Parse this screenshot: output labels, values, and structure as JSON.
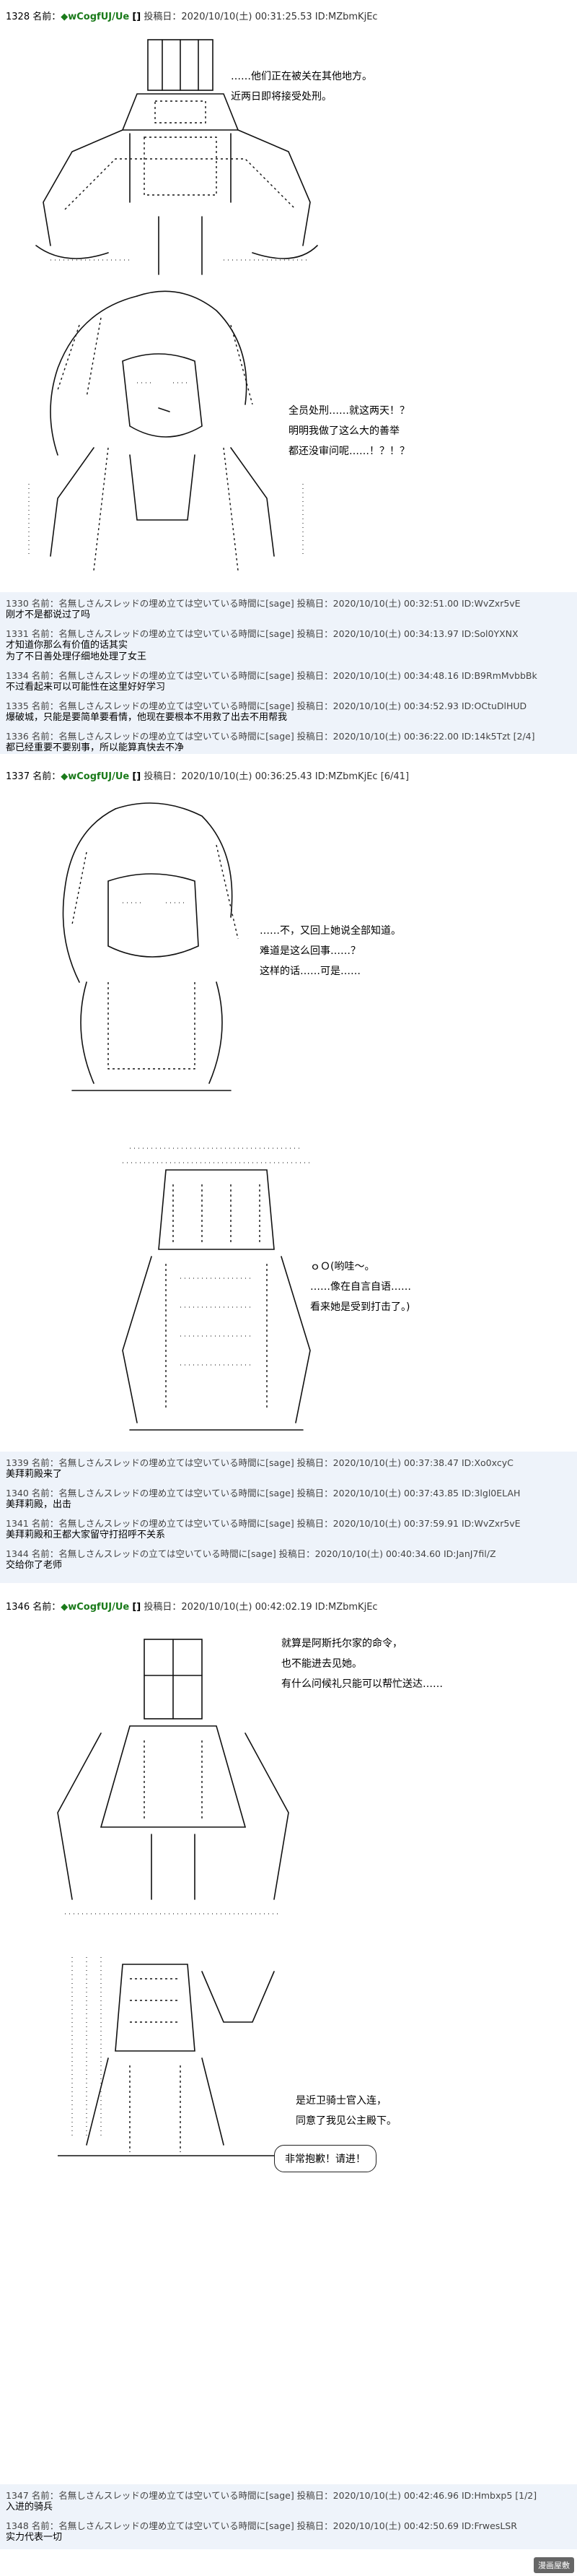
{
  "posts": [
    {
      "header": {
        "num": "1328",
        "label": "名前：",
        "name": "◆wCogfUJ/Ue",
        "trip": "[]",
        "posted": "投稿日：2020/10/10(土) 00:31:25.53",
        "id": "ID:MZbmKjEc"
      },
      "dialogue": [
        "……他们正在被关在其他地方。",
        "近两日即将接受处刑。"
      ]
    },
    {
      "dialogue": [
        "全员处刑……就这两天！？",
        "明明我做了这么大的善举",
        "都还没审问呢……！？！？"
      ]
    }
  ],
  "responses1": [
    {
      "head": "1330 名前：名無しさんスレッドの埋め立ては空いている時間に[sage] 投稿日：2020/10/10(土) 00:32:51.00 ID:WvZxr5vE",
      "body": "刚才不是都说过了吗"
    },
    {
      "head": "1331 名前：名無しさんスレッドの埋め立ては空いている時間に[sage] 投稿日：2020/10/10(土) 00:34:13.97 ID:Sol0YXNX",
      "body": "才知道你那么有价值的话其实",
      "body2": "为了不日善处理仔细地处理了女王"
    },
    {
      "head": "1334 名前：名無しさんスレッドの埋め立ては空いている時間に[sage] 投稿日：2020/10/10(土) 00:34:48.16 ID:B9RmMvbbBk",
      "body": "不过看起来可以可能性在这里好好学习"
    },
    {
      "head": "1335 名前：名無しさんスレッドの埋め立ては空いている時間に[sage] 投稿日：2020/10/10(土) 00:34:52.93 ID:OCtuDlHUD",
      "body": "爆破城，只能是要简单要看情，他现在要根本不用救了出去不用帮我"
    },
    {
      "head": "1336 名前：名無しさんスレッドの埋め立ては空いている時間に[sage] 投稿日：2020/10/10(土) 00:36:22.00 ID:14k5Tzt [2/4]",
      "body": "都已经重要不要别事，所以能算真快去不净"
    }
  ],
  "post2": {
    "header": {
      "num": "1337",
      "label": "名前：",
      "name": "◆wCogfUJ/Ue",
      "trip": "[]",
      "posted": "投稿日：2020/10/10(土) 00:36:25.43",
      "id": "ID:MZbmKjEc [6/41]"
    },
    "dialogue1": [
      "……不，又回上她说全部知道。",
      "难道是这么回事……？",
      "这样的话……可是……"
    ],
    "dialogue2": [
      "ｏＯ(哟哇～。",
      "……像在自言自语……",
      "看来她是受到打击了。)"
    ]
  },
  "responses2": [
    {
      "head": "1339 名前：名無しさんスレッドの埋め立ては空いている時間に[sage] 投稿日：2020/10/10(土) 00:37:38.47 ID:Xo0xcyC",
      "body": "美拜莉殿来了"
    },
    {
      "head": "1340 名前：名無しさんスレッドの埋め立ては空いている時間に[sage] 投稿日：2020/10/10(土) 00:37:43.85 ID:3lgl0ELAH",
      "body": "美拜莉殿，出击"
    },
    {
      "head": "1341 名前：名無しさんスレッドの埋め立ては空いている時間に[sage] 投稿日：2020/10/10(土) 00:37:59.91 ID:WvZxr5vE",
      "body": "美拜莉殿和王都大家留守打招呼不关系"
    },
    {
      "head": "1344 名前：名無しさんスレッドの立ては空いている時間に[sage] 投稿日：2020/10/10(土) 00:40:34.60 ID:JanJ7fil/Z",
      "body": "交给你了老师"
    }
  ],
  "post3": {
    "header": {
      "num": "1346",
      "label": "名前：",
      "name": "◆wCogfUJ/Ue",
      "trip": "[]",
      "posted": "投稿日：2020/10/10(土) 00:42:02.19",
      "id": "ID:MZbmKjEc"
    },
    "dialogue1": [
      "就算是阿斯托尔家的命令，",
      "也不能进去见她。",
      "有什么问候礼只能可以帮忙送达……"
    ],
    "dialogue2": [
      "是近卫骑士官入连，",
      "同意了我见公主殿下。"
    ],
    "bubble": "非常抱歉！请进！"
  },
  "responses3": [
    {
      "head": "1347 名前：名無しさんスレッドの埋め立ては空いている時間に[sage] 投稿日：2020/10/10(土) 00:42:46.96 ID:Hmbxp5 [1/2]",
      "body": "入进的骑兵"
    },
    {
      "head": "1348 名前：名無しさんスレッドの埋め立ては空いている時間に[sage] 投稿日：2020/10/10(土) 00:42:50.69 ID:FrwesLSR",
      "body": "实力代表一切"
    }
  ],
  "watermark": "漫画屋敷"
}
